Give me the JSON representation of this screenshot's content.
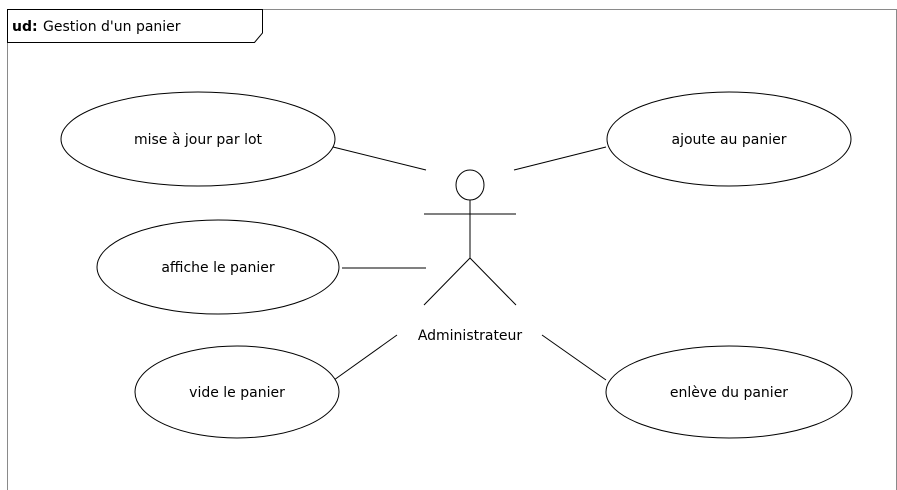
{
  "diagram": {
    "frame": {
      "kind": "ud:",
      "name": "Gestion d'un panier"
    },
    "actor": {
      "name": "Administrateur"
    },
    "use_cases": [
      {
        "label": "mise à jour par lot"
      },
      {
        "label": "ajoute au panier"
      },
      {
        "label": "affiche le panier"
      },
      {
        "label": "vide le panier"
      },
      {
        "label": "enlève du panier"
      }
    ]
  }
}
